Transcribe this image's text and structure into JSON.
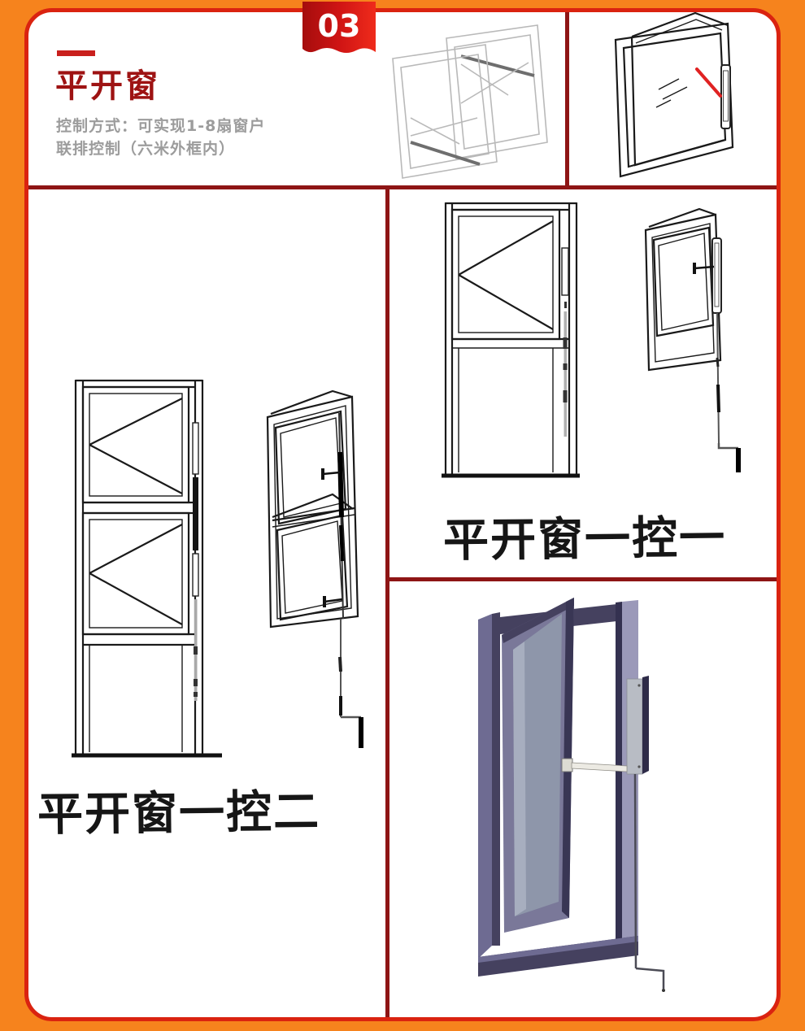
{
  "page": {
    "background": "#f6831d",
    "panel_border_color": "#da2310",
    "divider_color": "#8e1515"
  },
  "header": {
    "badge": "03",
    "title": "平开窗",
    "subtitle_line1": "控制方式：可实现1-8扇窗户",
    "subtitle_line2": "联排控制（六米外框内）",
    "title_color": "#9e1313",
    "subtitle_color": "#9c9c9c",
    "badge_color_left": "#a50d0d",
    "badge_color_right": "#ef2b1b"
  },
  "sections": {
    "left": {
      "caption": "平开窗一控二"
    },
    "right_top": {
      "caption": "平开窗一控一"
    }
  },
  "drawing_colors": {
    "actuator_red_line": "#e02222",
    "frame_dark_purple": "#45415f",
    "frame_mid_purple": "#6e6b92",
    "frame_light_purple": "#9b99b9",
    "sash_purple": "#7a7899",
    "glass_blue": "#8e96aa",
    "glass_highlight": "#a7aebf",
    "actuator_gray": "#b8bcc4",
    "actuator_side_navy": "#2e2b48",
    "arm_ivory": "#eceae3"
  }
}
